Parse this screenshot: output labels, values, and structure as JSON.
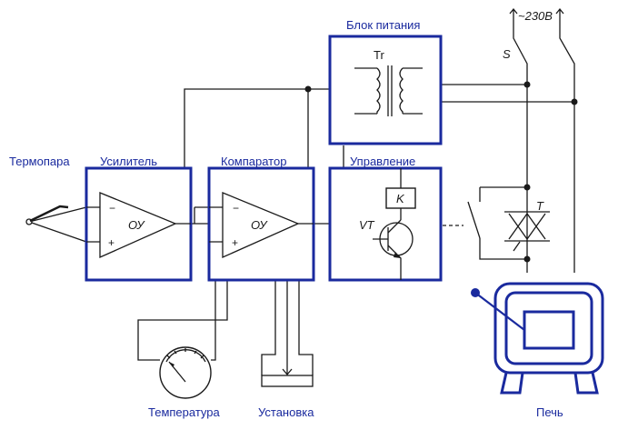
{
  "labels": {
    "thermocouple": "Термопара",
    "amplifier": "Усилитель",
    "comparator": "Компаратор",
    "power_supply": "Блок питания",
    "control": "Управление",
    "temperature": "Температура",
    "setpoint": "Установка",
    "furnace": "Печь",
    "mains_voltage": "~230В"
  },
  "symbols": {
    "opamp1": "ОУ",
    "opamp2": "ОУ",
    "transformer": "Tr",
    "transistor": "VT",
    "relay": "K",
    "switch": "S",
    "triac": "T",
    "minus1": "−",
    "plus1": "+",
    "minus2": "−",
    "plus2": "+"
  },
  "colors": {
    "accent": "#1a2a9e",
    "line": "#1a1a1a"
  }
}
